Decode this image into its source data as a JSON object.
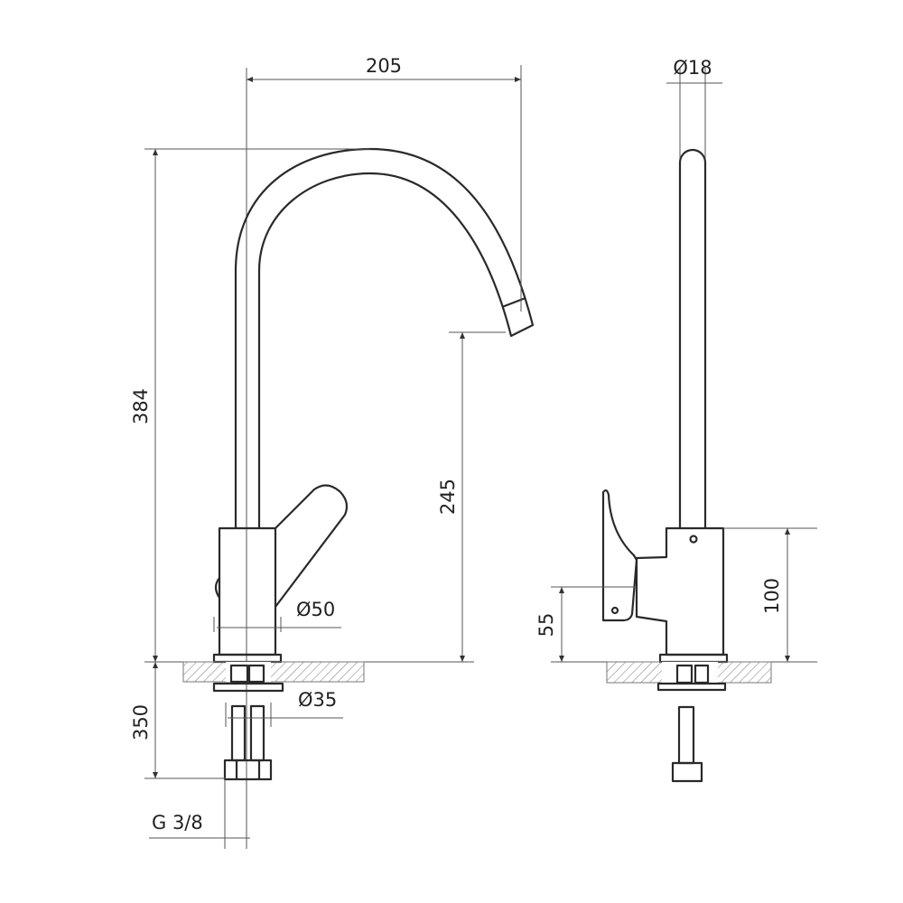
{
  "title": "Kitchen faucet dimension drawing",
  "front_view": {
    "spout_reach": "205",
    "total_height": "384",
    "spout_height": "245",
    "body_diameter": "Ø50",
    "shank_diameter": "Ø35",
    "hose_length": "350",
    "connection_thread": "G 3/8"
  },
  "side_view": {
    "spout_diameter": "Ø18",
    "body_height": "100",
    "handle_height": "55"
  }
}
